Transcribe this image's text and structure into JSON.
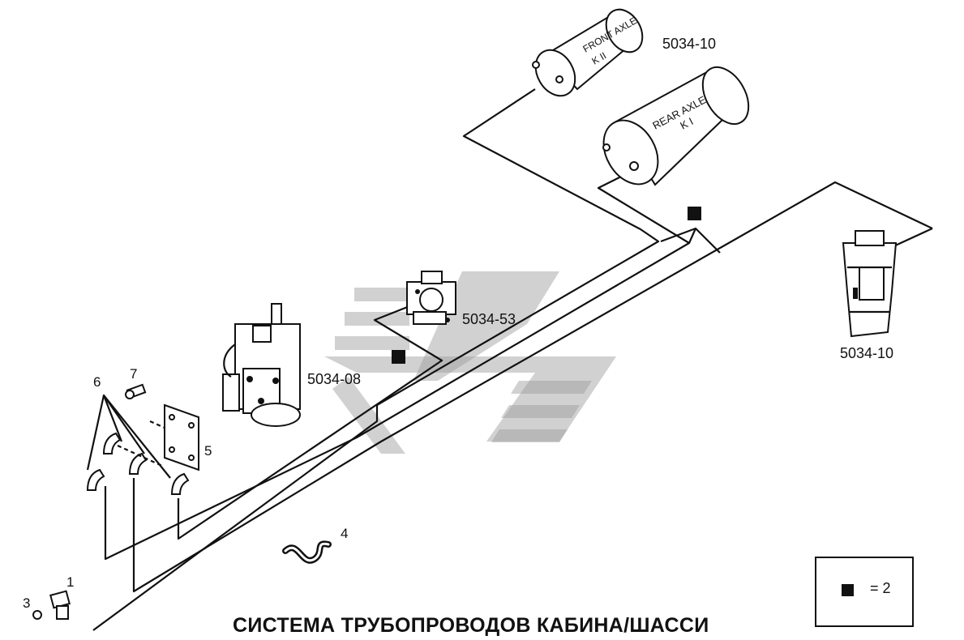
{
  "title": "СИСТЕМА ТРУБОПРОВОДОВ КАБИНА/ШАССИ",
  "tanks": {
    "front": {
      "line1": "FRONT AXLE",
      "line2": "K II"
    },
    "rear": {
      "line1": "REAR AXLE",
      "line2": "K I"
    }
  },
  "refs": {
    "tank_front": "5034-10",
    "valve_right": "5034-10",
    "valve_center": "5034-53",
    "valve_left": "5034-08"
  },
  "numbers": {
    "n1": "1",
    "n3": "3",
    "n4": "4",
    "n5": "5",
    "n6": "6",
    "n7": "7"
  },
  "legend": {
    "symbol": "black-square-icon",
    "text": "= 2"
  }
}
